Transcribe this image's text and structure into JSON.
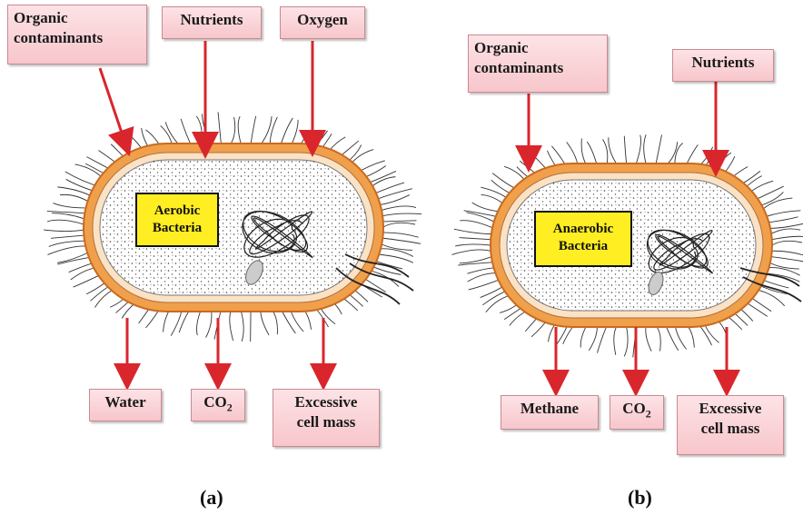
{
  "panel_a": {
    "cell_label_line1": "Aerobic",
    "cell_label_line2": "Bacteria",
    "inputs": {
      "organic_line1": "Organic",
      "organic_line2": "contaminants",
      "nutrients": "Nutrients",
      "oxygen": "Oxygen"
    },
    "outputs": {
      "water": "Water",
      "co2_main": "CO",
      "co2_sub": "2",
      "cellmass_line1": "Excessive",
      "cellmass_line2": "cell mass"
    },
    "caption": "(a)"
  },
  "panel_b": {
    "cell_label_line1": "Anaerobic",
    "cell_label_line2": "Bacteria",
    "inputs": {
      "organic_line1": "Organic",
      "organic_line2": "contaminants",
      "nutrients": "Nutrients"
    },
    "outputs": {
      "methane": "Methane",
      "co2_main": "CO",
      "co2_sub": "2",
      "cellmass_line1": "Excessive",
      "cellmass_line2": "cell mass"
    },
    "caption": "(b)"
  },
  "colors": {
    "arrow": "#d9262c",
    "membrane": "#f0a04b",
    "label_fill": "#f7c6cb",
    "cell_label_fill": "#ffee22"
  }
}
